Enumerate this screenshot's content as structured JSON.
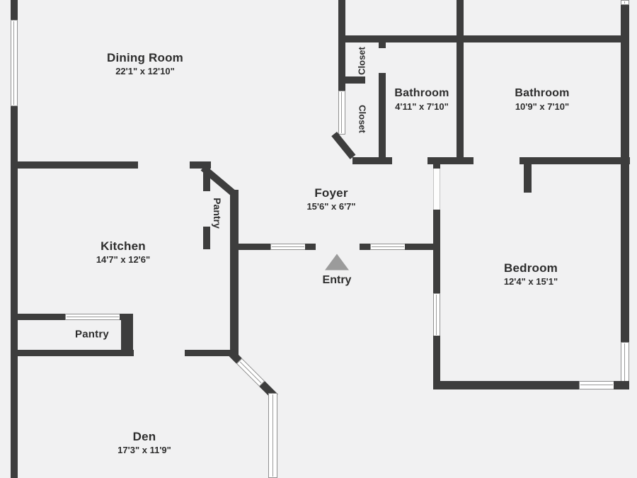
{
  "plan": {
    "title": "floor-plan",
    "colors": {
      "wall": "#3d3d3d",
      "floor": "#f1f1f2",
      "marker": "#9b9b9b",
      "text": "#2d2d2d"
    },
    "rooms": [
      {
        "id": "dining-room",
        "name": "Dining Room",
        "dims": "22'1\" x 12'10\""
      },
      {
        "id": "kitchen",
        "name": "Kitchen",
        "dims": "14'7\" x 12'6\""
      },
      {
        "id": "pantry-upper",
        "name": "Pantry",
        "dims": ""
      },
      {
        "id": "pantry-lower",
        "name": "Pantry",
        "dims": ""
      },
      {
        "id": "foyer",
        "name": "Foyer",
        "dims": "15'6\" x 6'7\""
      },
      {
        "id": "entry",
        "name": "Entry",
        "dims": ""
      },
      {
        "id": "closet-upper",
        "name": "Closet",
        "dims": ""
      },
      {
        "id": "closet-lower",
        "name": "Closet",
        "dims": ""
      },
      {
        "id": "bathroom-small",
        "name": "Bathroom",
        "dims": "4'11\" x 7'10\""
      },
      {
        "id": "bathroom-large",
        "name": "Bathroom",
        "dims": "10'9\" x 7'10\""
      },
      {
        "id": "bedroom",
        "name": "Bedroom",
        "dims": "12'4\" x 15'1\""
      },
      {
        "id": "den",
        "name": "Den",
        "dims": "17'3\" x 11'9\""
      }
    ],
    "entry_marker": {
      "icon": "triangle-up",
      "meaning": "entry-direction"
    }
  }
}
